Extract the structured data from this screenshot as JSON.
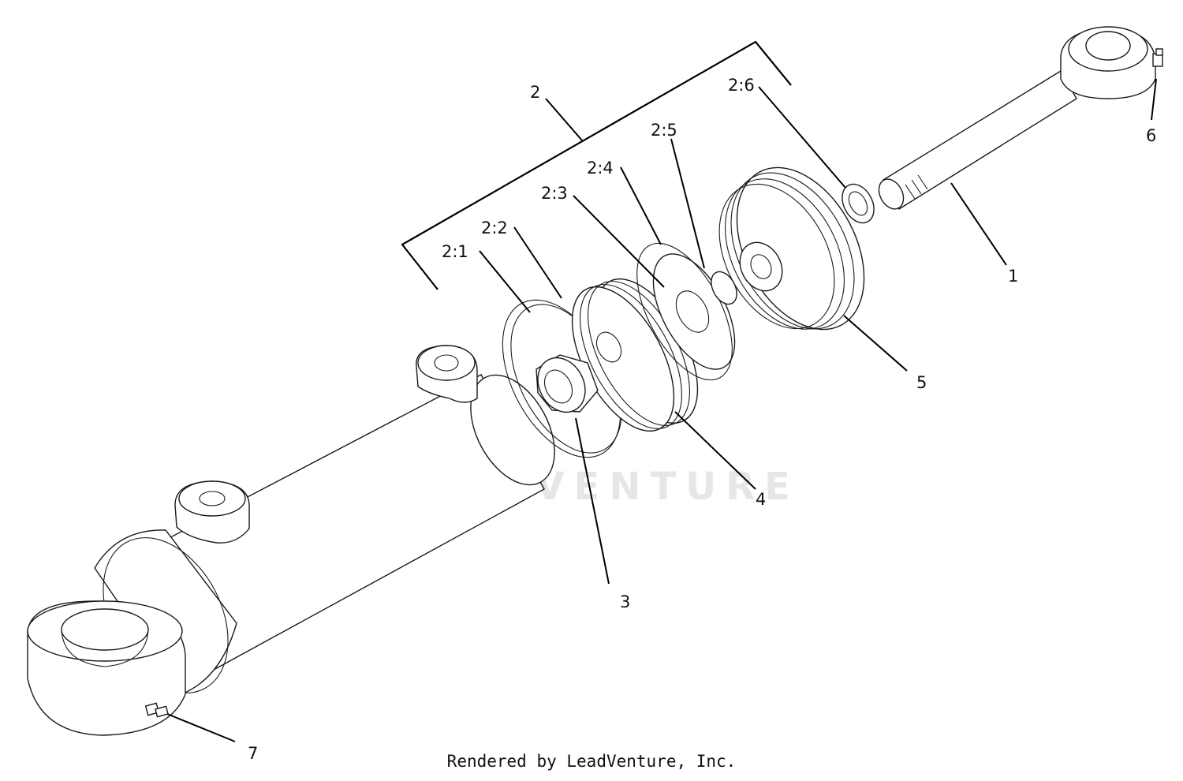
{
  "watermark": "LEADVENTURE",
  "credit": "Rendered by LeadVenture, Inc.",
  "callouts": {
    "c1": "1",
    "c2": "2",
    "c2_1": "2:1",
    "c2_2": "2:2",
    "c2_3": "2:3",
    "c2_4": "2:4",
    "c2_5": "2:5",
    "c2_6": "2:6",
    "c3": "3",
    "c4": "4",
    "c5": "5",
    "c6": "6",
    "c7": "7"
  },
  "colors": {
    "line": "#1a1a1a",
    "watermark": "#e6e6e6",
    "background": "#ffffff"
  }
}
